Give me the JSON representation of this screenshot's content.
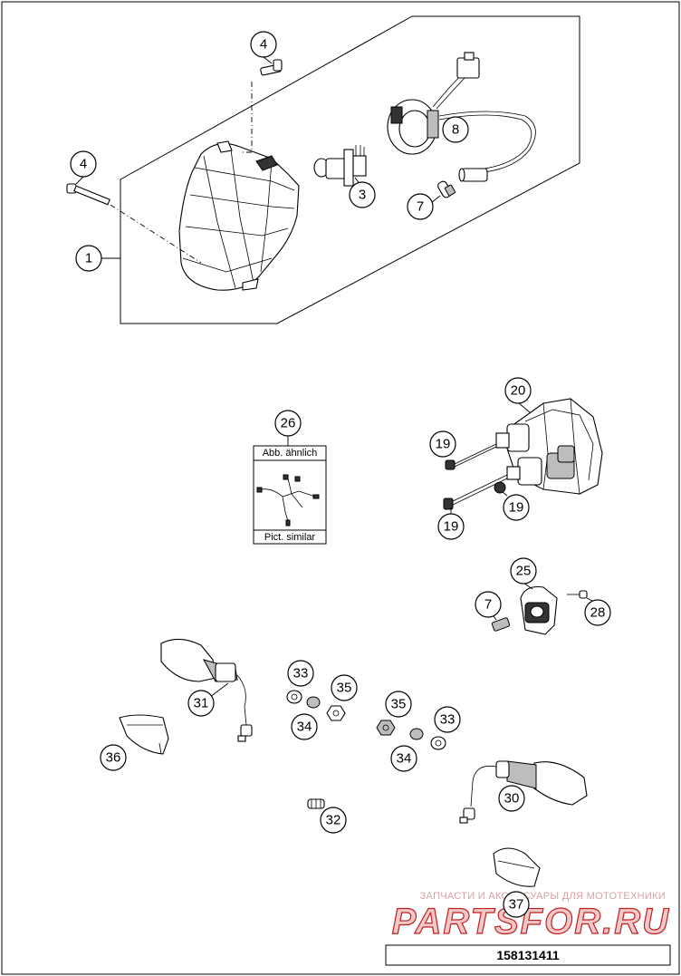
{
  "callouts": [
    {
      "id": "c4a",
      "num": "4"
    },
    {
      "id": "c4b",
      "num": "4"
    },
    {
      "id": "c1",
      "num": "1"
    },
    {
      "id": "c3",
      "num": "3"
    },
    {
      "id": "c8",
      "num": "8"
    },
    {
      "id": "c7a",
      "num": "7"
    },
    {
      "id": "c20",
      "num": "20"
    },
    {
      "id": "c19a",
      "num": "19"
    },
    {
      "id": "c19b",
      "num": "19"
    },
    {
      "id": "c19c",
      "num": "19"
    },
    {
      "id": "c26",
      "num": "26"
    },
    {
      "id": "c25",
      "num": "25"
    },
    {
      "id": "c7b",
      "num": "7"
    },
    {
      "id": "c28",
      "num": "28"
    },
    {
      "id": "c33a",
      "num": "33"
    },
    {
      "id": "c35a",
      "num": "35"
    },
    {
      "id": "c34a",
      "num": "34"
    },
    {
      "id": "c31",
      "num": "31"
    },
    {
      "id": "c36",
      "num": "36"
    },
    {
      "id": "c35b",
      "num": "35"
    },
    {
      "id": "c33b",
      "num": "33"
    },
    {
      "id": "c34b",
      "num": "34"
    },
    {
      "id": "c30",
      "num": "30"
    },
    {
      "id": "c32",
      "num": "32"
    },
    {
      "id": "c37",
      "num": "37"
    }
  ],
  "harness_box": {
    "top_label": "Abb. ähnlich",
    "bottom_label": "Pict. similar"
  },
  "watermark": {
    "tagline": "ЗАПЧАСТИ И АКСЕССУАРЫ ДЛЯ МОТОТЕХНИКИ",
    "brand": "PARTSFOR.RU"
  },
  "catalog_number": "158131411"
}
